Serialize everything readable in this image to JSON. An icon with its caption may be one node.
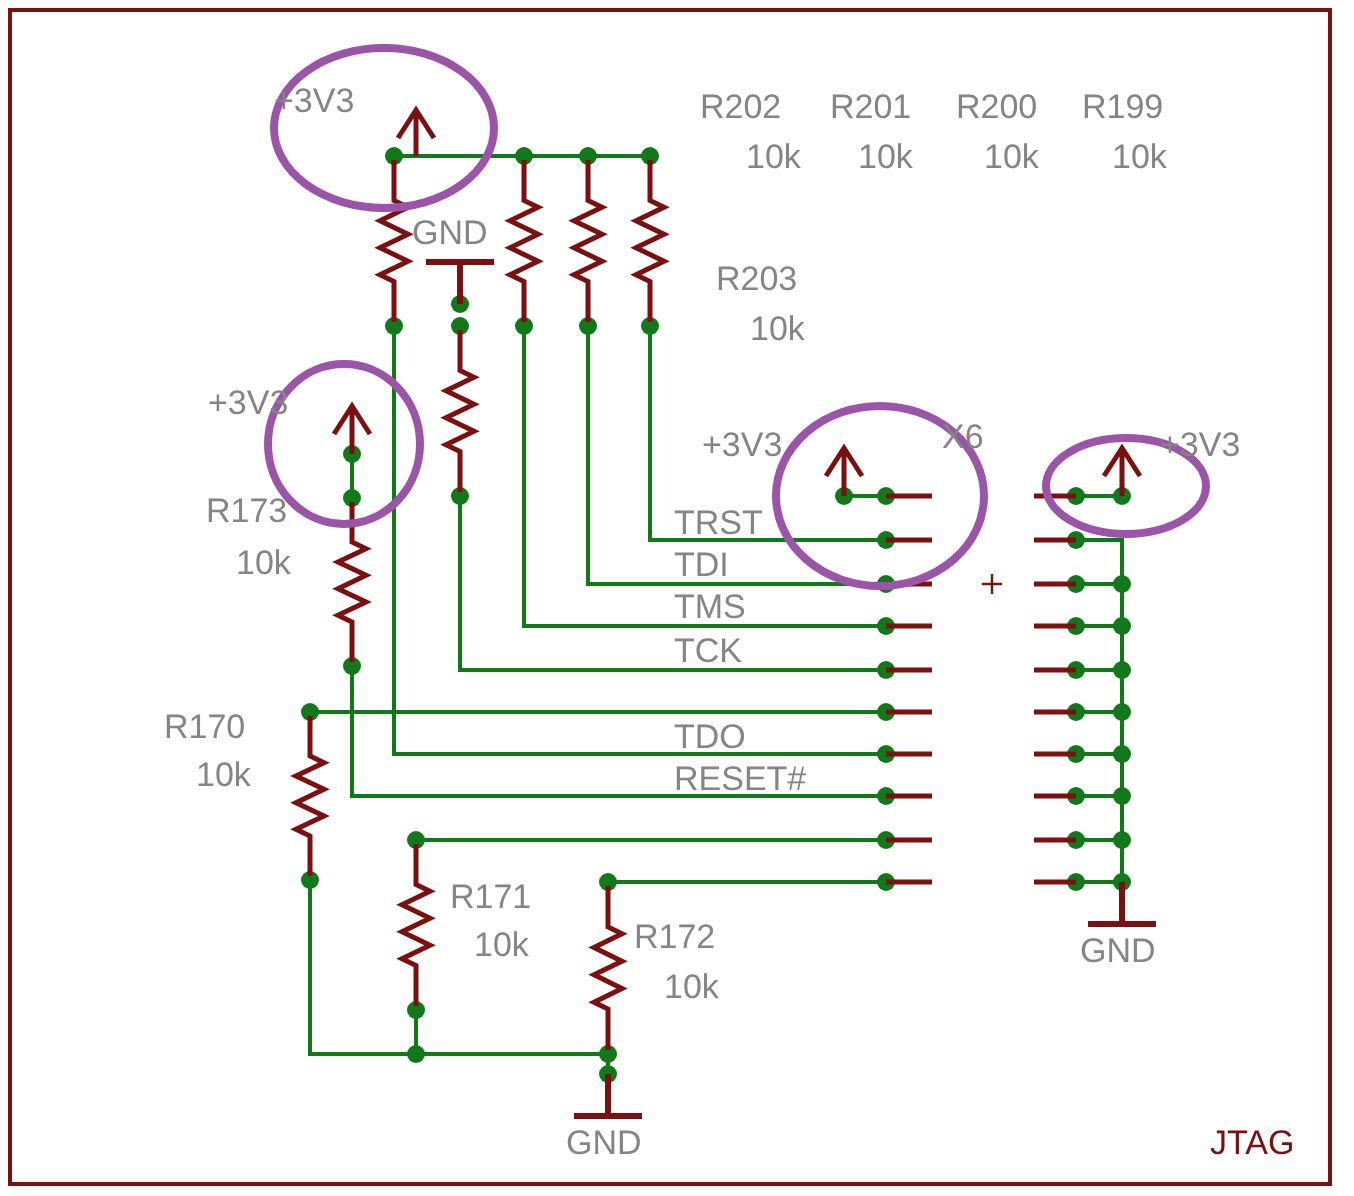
{
  "diagram": {
    "labels": [
      "+3V3",
      "R202",
      "R201",
      "R200",
      "R199",
      "10k",
      "10k",
      "10k",
      "10k",
      "GND",
      "R203",
      "10k",
      "+3V3",
      "+3V3",
      "X6",
      "+3V3",
      "R173",
      "10k",
      "TRST",
      "TDI",
      "TMS",
      "TCK",
      "R170",
      "10k",
      "TDO",
      "RESET#",
      "R171",
      "10k",
      "R172",
      "10k",
      "GND",
      "GND",
      "JTAG"
    ]
  }
}
